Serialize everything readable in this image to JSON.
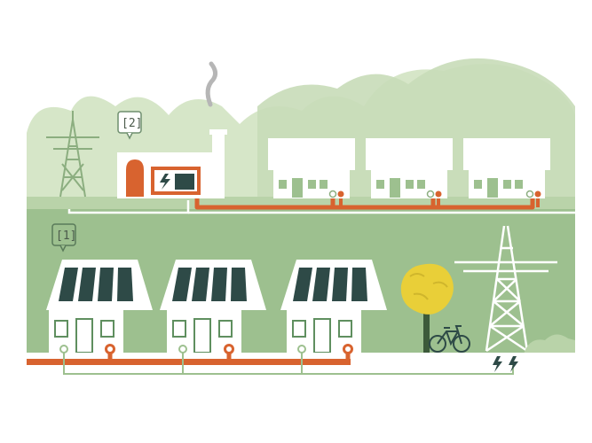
{
  "callouts": [
    {
      "id": "heat-plant",
      "label": "[2]"
    },
    {
      "id": "solar-homes",
      "label": "[1]"
    }
  ],
  "icons": {
    "power-plant": "lightning-bolt-icon",
    "grid-connection-a": "lightning-bolt-icon",
    "grid-connection-b": "lightning-bolt-icon"
  },
  "colors": {
    "background_far": "#d6e6c8",
    "background_near": "#b9d3a9",
    "ground_band": "#9dc08f",
    "house_white": "#ffffff",
    "house_trim": "#5f8f5f",
    "heat_pipe": "#d8632f",
    "power_line": "#ffffff",
    "solar_panel": "#2e4a47",
    "tree_crown": "#e9cf38",
    "tree_trunk": "#3c5a3a"
  }
}
